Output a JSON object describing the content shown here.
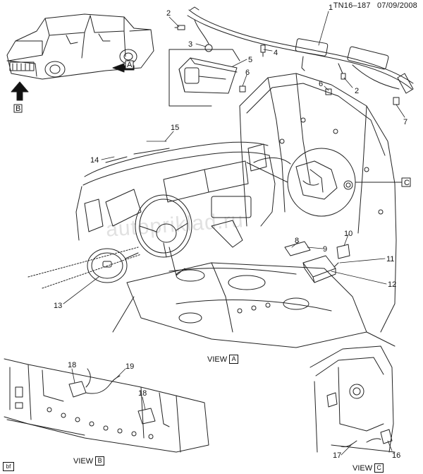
{
  "header": {
    "ref_code": "TN16–187",
    "date": "07/09/2008"
  },
  "watermark": "autopriklad.ru",
  "views": {
    "a": {
      "label": "VIEW",
      "letter": "A",
      "marker": "A"
    },
    "b": {
      "label": "VIEW",
      "letter": "B",
      "marker": "B"
    },
    "c": {
      "label": "VIEW",
      "letter": "C",
      "marker": "C"
    }
  },
  "corner_tag": "bf",
  "callouts": [
    "1",
    "2",
    "2",
    "3",
    "4",
    "5",
    "6",
    "6",
    "7",
    "8",
    "9",
    "10",
    "11",
    "12",
    "13",
    "14",
    "15",
    "16",
    "17",
    "18",
    "18",
    "19"
  ]
}
